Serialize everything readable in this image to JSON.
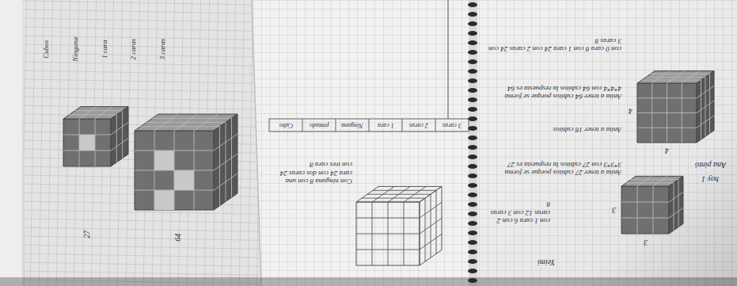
{
  "diagram": {
    "labels": [
      "Yeimi",
      "Ana pintó",
      "hoy 1",
      "Anita a tener 27 cubitos porque se forma 3*3*3 con 27 cubitos la respuesta es 27",
      "con 1 cara 6 con 2 caras 12 con 3 caras 8",
      "3",
      "3",
      "Anita a tener 64 cubitos porque se forma 4*4*4 con 64 cubitos la respuesta es 64",
      "con 0 cara 8 con 1 cara 24 con 2 caras 24 con 3 caras 8",
      "Anita a tener 18 cubitos",
      "4",
      "4",
      "Con ninguna 8 con una cara 24 con dos caras 24 con tres cara 8",
      "Cubo",
      "pintado",
      "Ninguna",
      "1 cara",
      "2 caras",
      "3 caras",
      "Cubos",
      "Ninguna",
      "1 cara",
      "2 caras",
      "3 caras",
      "27",
      "64"
    ]
  }
}
